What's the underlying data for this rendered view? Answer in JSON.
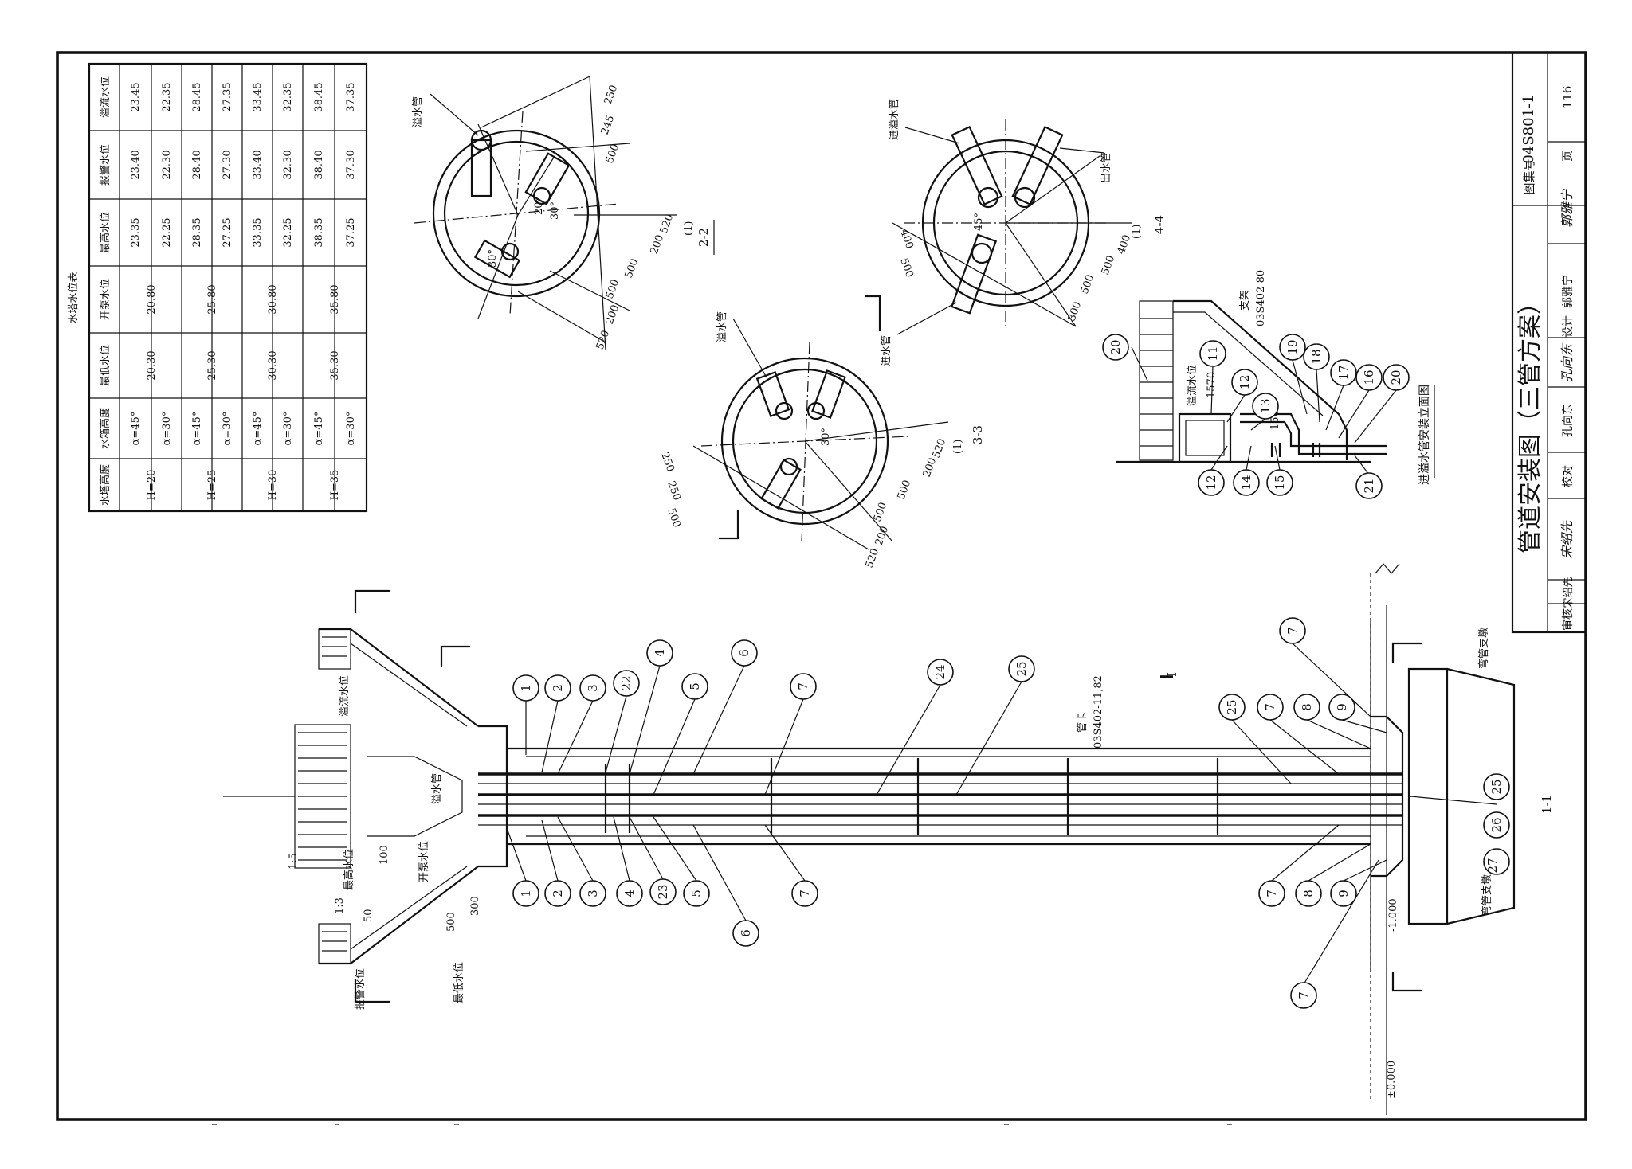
{
  "title_block": {
    "drawing_title": "管道安装图（三管方案）",
    "atlas_no_label": "图集号",
    "atlas_no": "04S801-1",
    "page_label": "页",
    "page_no": "116",
    "review_label": "审核",
    "reviewer": "宋绍先",
    "check_label": "校对",
    "checker": "孔向东",
    "design_label": "设计",
    "designer": "郭雅宁"
  },
  "level_table": {
    "title": "水塔水位表",
    "headers": [
      "水塔高度",
      "水箱高度",
      "最低水位",
      "开泵水位",
      "最高水位",
      "报警水位",
      "溢流水位"
    ],
    "rows": [
      {
        "tower": "H=20",
        "angle": "α=45°",
        "lowest": "20.30",
        "pump_on": "20.80",
        "highest": "23.35",
        "alarm": "23.40",
        "overflow": "23.45"
      },
      {
        "tower": "",
        "angle": "α=30°",
        "lowest": "",
        "pump_on": "",
        "highest": "22.25",
        "alarm": "22.30",
        "overflow": "22.35"
      },
      {
        "tower": "H=25",
        "angle": "α=45°",
        "lowest": "25.30",
        "pump_on": "25.80",
        "highest": "28.35",
        "alarm": "28.40",
        "overflow": "28.45"
      },
      {
        "tower": "",
        "angle": "α=30°",
        "lowest": "",
        "pump_on": "",
        "highest": "27.25",
        "alarm": "27.30",
        "overflow": "27.35"
      },
      {
        "tower": "H=30",
        "angle": "α=45°",
        "lowest": "30.30",
        "pump_on": "30.80",
        "highest": "33.35",
        "alarm": "33.40",
        "overflow": "33.45"
      },
      {
        "tower": "",
        "angle": "α=30°",
        "lowest": "",
        "pump_on": "",
        "highest": "32.25",
        "alarm": "32.30",
        "overflow": "32.35"
      },
      {
        "tower": "H=35",
        "angle": "α=45°",
        "lowest": "35.30",
        "pump_on": "35.80",
        "highest": "38.35",
        "alarm": "38.40",
        "overflow": "38.45"
      },
      {
        "tower": "",
        "angle": "α=30°",
        "lowest": "",
        "pump_on": "",
        "highest": "37.25",
        "alarm": "37.30",
        "overflow": "37.35"
      }
    ]
  },
  "sections": {
    "s22": "2-2",
    "s33": "3-3",
    "s44": "4-4",
    "s11": "1-1",
    "elev_title": "进溢水管安装立面图"
  },
  "pipe_labels": {
    "overflow_pipe": "溢水管",
    "inlet_pipe": "进水管",
    "outlet_pipe": "出水管",
    "inlet_overflow_pipe": "进溢水管",
    "pipe_clamp": "管卡",
    "clamp_ref": "03S402-11,82",
    "support": "支架",
    "support_ref": "03S402-80",
    "elbow_support": "弯管支墩",
    "overflow_level": "溢流水位",
    "alarm_level": "报警水位",
    "highest_level": "最高水位",
    "pump_on_level": "开泵水位",
    "lowest_level": "最低水位",
    "zero_level": "±0.000",
    "minus_level": "-1.000"
  },
  "dims": {
    "d_250": "250",
    "d_245": "245",
    "d_300": "300",
    "d_500": "500",
    "d_200": "200",
    "d_520": "520",
    "d_400": "400",
    "d_150": "150",
    "d_1570": "1570",
    "d_50": "50",
    "d_100": "100",
    "a_30": "30°",
    "a_45": "45°",
    "a_20": "20°",
    "slope_15": "1:5",
    "slope_13": "1:3",
    "ref_11": "(1)",
    "mark_I": "I"
  },
  "callouts": [
    "1",
    "2",
    "3",
    "4",
    "5",
    "6",
    "7",
    "8",
    "9",
    "11",
    "12",
    "13",
    "14",
    "15",
    "16",
    "17",
    "18",
    "19",
    "20",
    "21",
    "22",
    "23",
    "24",
    "25",
    "26",
    "27"
  ]
}
